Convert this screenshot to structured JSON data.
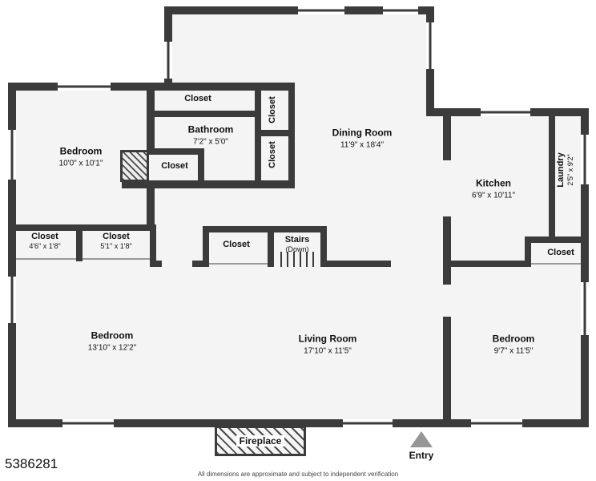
{
  "rooms": {
    "bedroom_top_left": {
      "name": "Bedroom",
      "dims": "10'0\" x 10'1\""
    },
    "bathroom": {
      "name": "Bathroom",
      "dims": "7'2\" x 5'0\""
    },
    "dining_room": {
      "name": "Dining Room",
      "dims": "11'9\" x 18'4\""
    },
    "kitchen": {
      "name": "Kitchen",
      "dims": "6'9\" x 10'11\""
    },
    "laundry": {
      "name": "Laundry",
      "dims": "2'5\" x 9'2\""
    },
    "bedroom_bottom_left": {
      "name": "Bedroom",
      "dims": "13'10\" x 12'2\""
    },
    "living_room": {
      "name": "Living Room",
      "dims": "17'10\" x 11'5\""
    },
    "bedroom_bottom_right": {
      "name": "Bedroom",
      "dims": "9'7\" x 11'5\""
    },
    "closet_top": {
      "name": "Closet"
    },
    "closet_vert_upper": {
      "name": "Closet"
    },
    "closet_vert_lower": {
      "name": "Closet"
    },
    "closet_hall": {
      "name": "Closet"
    },
    "closet_left_1": {
      "name": "Closet",
      "dims": "4'6\" x 1'8\""
    },
    "closet_left_2": {
      "name": "Closet",
      "dims": "5'1\" x 1'8\""
    },
    "closet_middle": {
      "name": "Closet"
    },
    "closet_right": {
      "name": "Closet"
    },
    "stairs": {
      "name": "Stairs",
      "dims": "(Down)"
    }
  },
  "fireplace": {
    "label": "Fireplace"
  },
  "entry": {
    "label": "Entry"
  },
  "footer": {
    "listing_id": "5386281",
    "disclaimer": "All dimensions are approximate and subject to independent verification"
  }
}
